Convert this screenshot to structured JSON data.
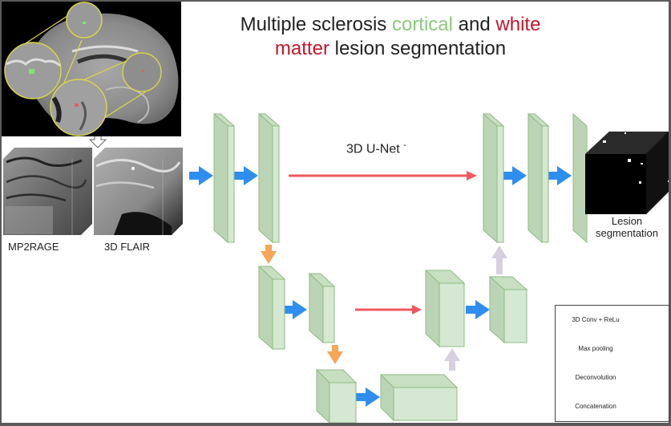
{
  "title": {
    "part1": "Multiple sclerosis ",
    "cortical": "cortical",
    "part2": " and ",
    "white": "white",
    "matter": "matter",
    "part3": " lesion segmentation"
  },
  "inputs": {
    "mp2rage_label": "MP2RAGE",
    "flair_label": "3D FLAIR"
  },
  "network": {
    "label": "3D U-Net",
    "superscript": "-"
  },
  "output": {
    "label_line1": "Lesion",
    "label_line2": "segmentation"
  },
  "legend": {
    "items": [
      {
        "label": "3D Conv + ReLu",
        "icon": "blue-right-arrow-icon",
        "color": "#2e8ef0"
      },
      {
        "label": "Max pooling",
        "icon": "orange-down-arrow-icon",
        "color": "#f6a55a"
      },
      {
        "label": "Deconvolution",
        "icon": "lavender-up-arrow-icon",
        "color": "#d9cfe3"
      },
      {
        "label": "Concatenation",
        "icon": "red-thin-arrow-icon",
        "color": "#f0585c"
      }
    ]
  },
  "colors": {
    "block_face": "#d5e8d1",
    "block_side": "#bcd4b6",
    "block_top": "#c8dfc2",
    "block_stroke": "#8fbb82",
    "cortical_lesion": "#7ee86a",
    "wm_lesion": "#e06060",
    "zoom_circle": "#d9d44a"
  }
}
